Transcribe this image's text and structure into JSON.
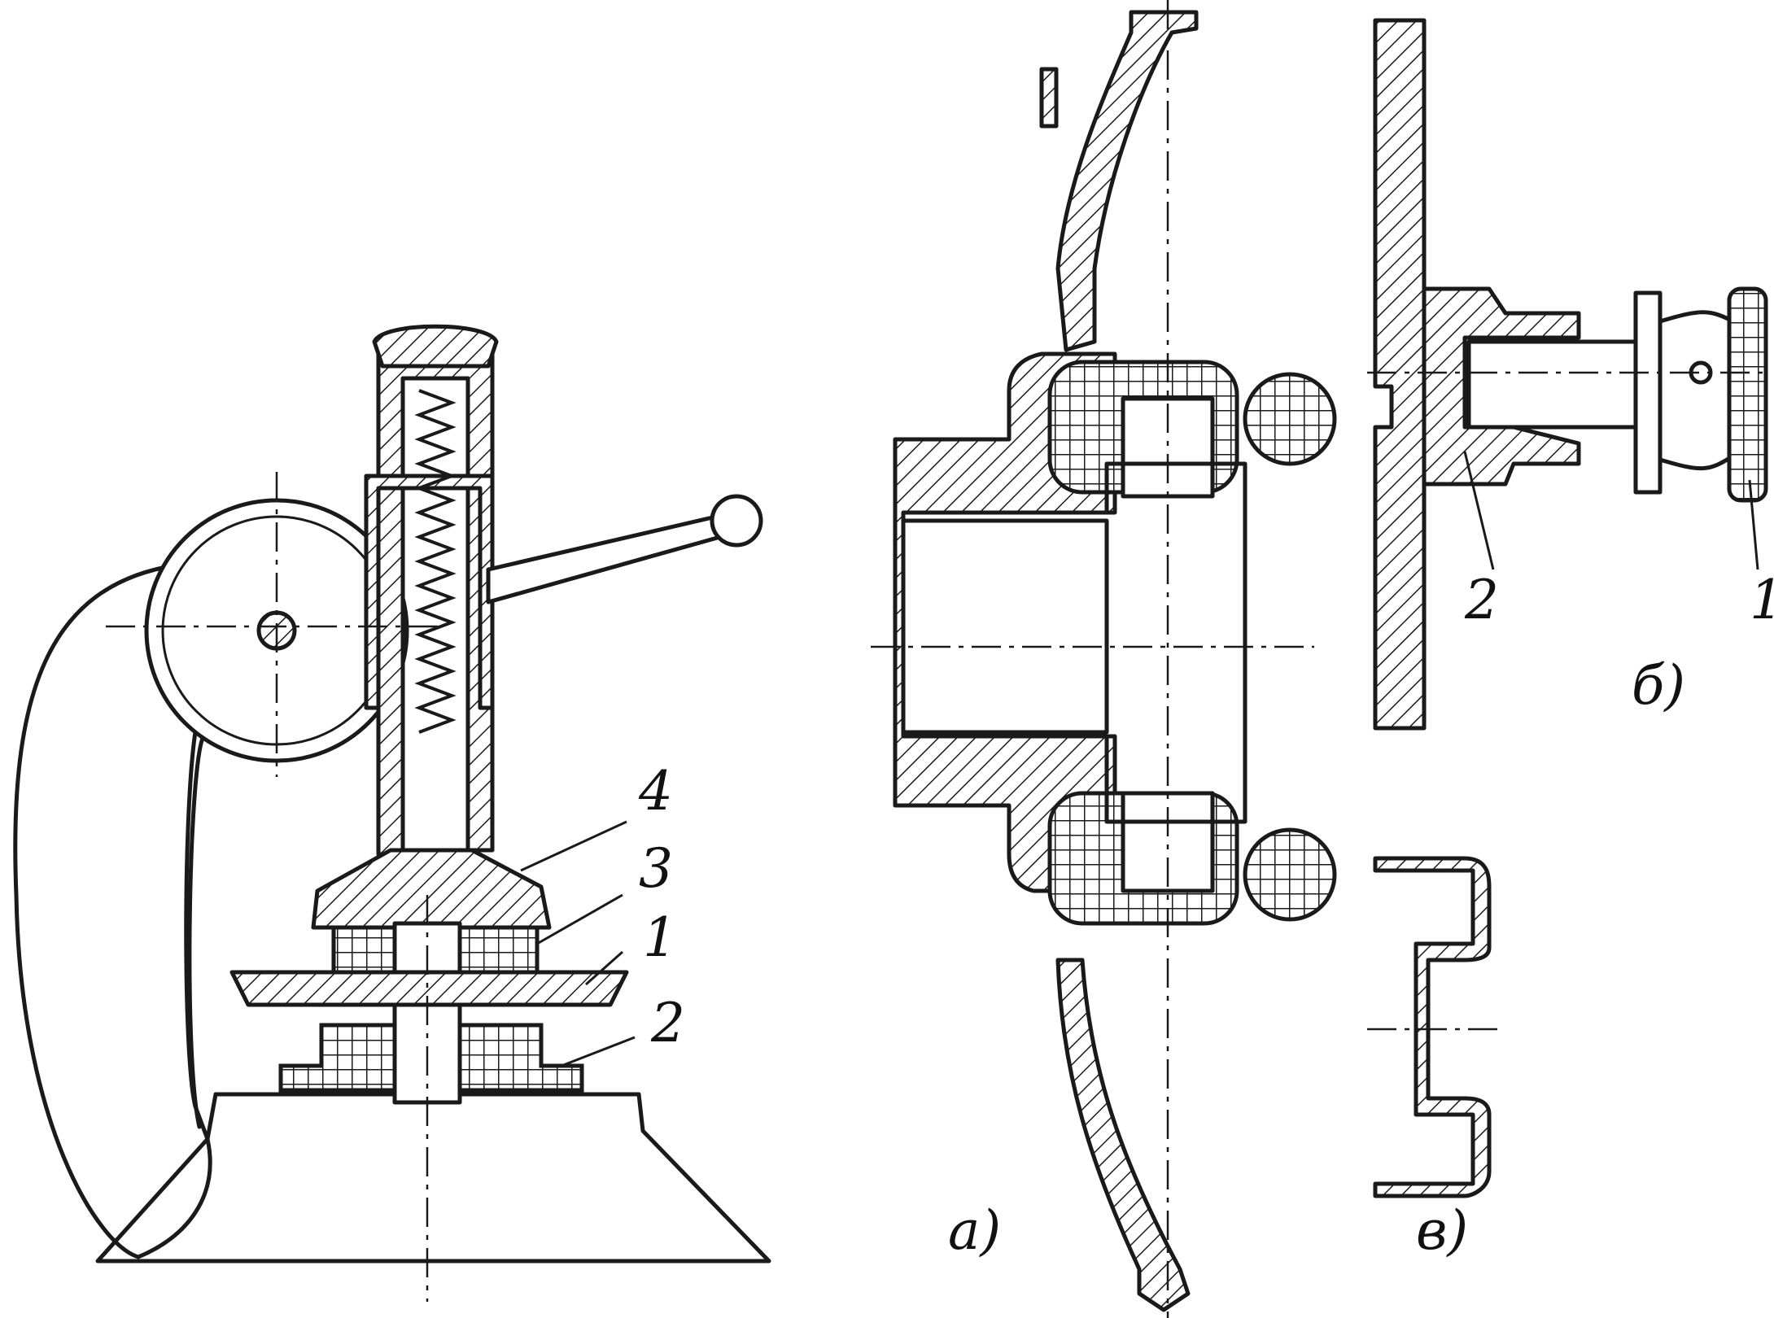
{
  "figure": {
    "labels": {
      "main_part_4": "4",
      "main_part_3": "3",
      "main_part_1": "1",
      "main_part_2": "2",
      "view_a": "а)",
      "view_b": "б)",
      "view_b_part_2": "2",
      "view_b_part_1": "1",
      "view_v": "в)"
    }
  }
}
